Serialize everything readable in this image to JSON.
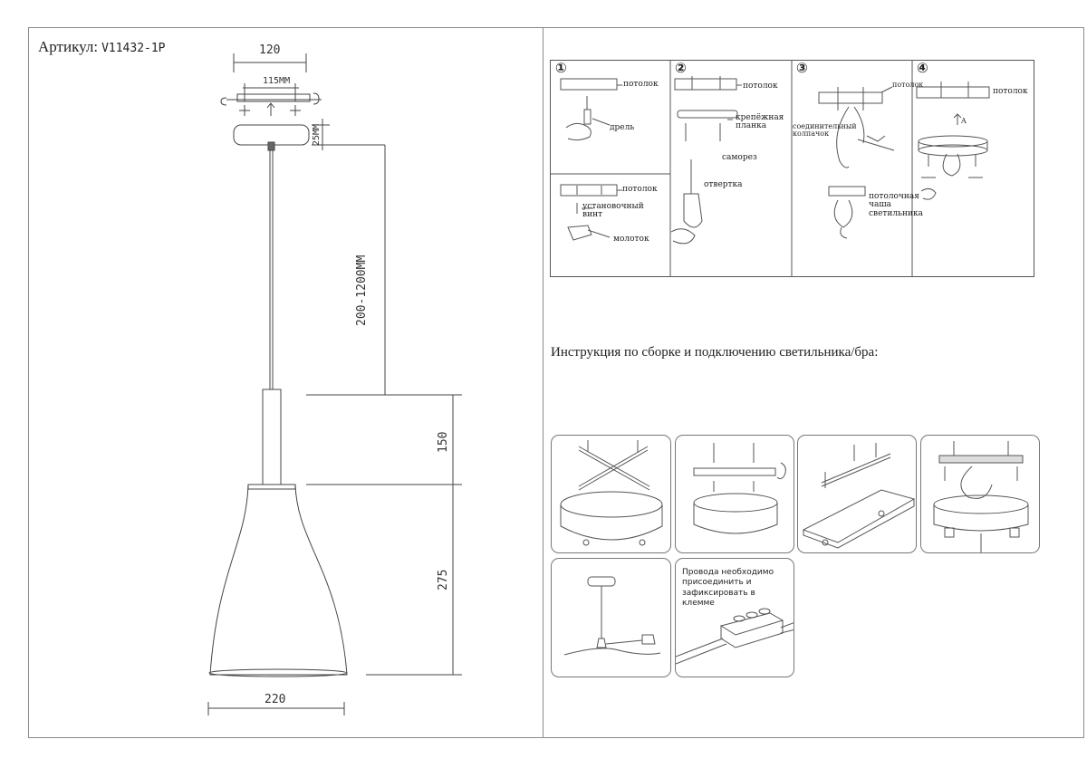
{
  "article": {
    "label": "Артикул:",
    "value": "V11432-1P"
  },
  "dimensions": {
    "canopy_width": "120",
    "mount_spacing": "115MM",
    "canopy_height": "25MM",
    "cord_length": "200-1200MM",
    "holder_height": "150",
    "shade_height": "275",
    "shade_width": "220"
  },
  "steps": [
    {
      "num": "①",
      "labels": {
        "ceiling": "потолок",
        "drill": "дрель",
        "ceiling2": "потолок",
        "screw": "установочный винт",
        "hammer": "молоток"
      }
    },
    {
      "num": "②",
      "labels": {
        "ceiling": "потолок",
        "bracket": "крепёжная планка",
        "selftap": "саморез",
        "screwdriver": "отвертка"
      }
    },
    {
      "num": "③",
      "labels": {
        "ceiling": "потолок",
        "cap": "соединительный колпачок",
        "cup": "потолочная чаша светильника"
      }
    },
    {
      "num": "④",
      "labels": {
        "ceiling": "потолок",
        "arrow": "A"
      }
    }
  ],
  "instruction_title": "Инструкция по сборке и подключению  светильника/бра:",
  "wiring_note": "Провода необходимо присоединить и зафиксировать в клемме"
}
